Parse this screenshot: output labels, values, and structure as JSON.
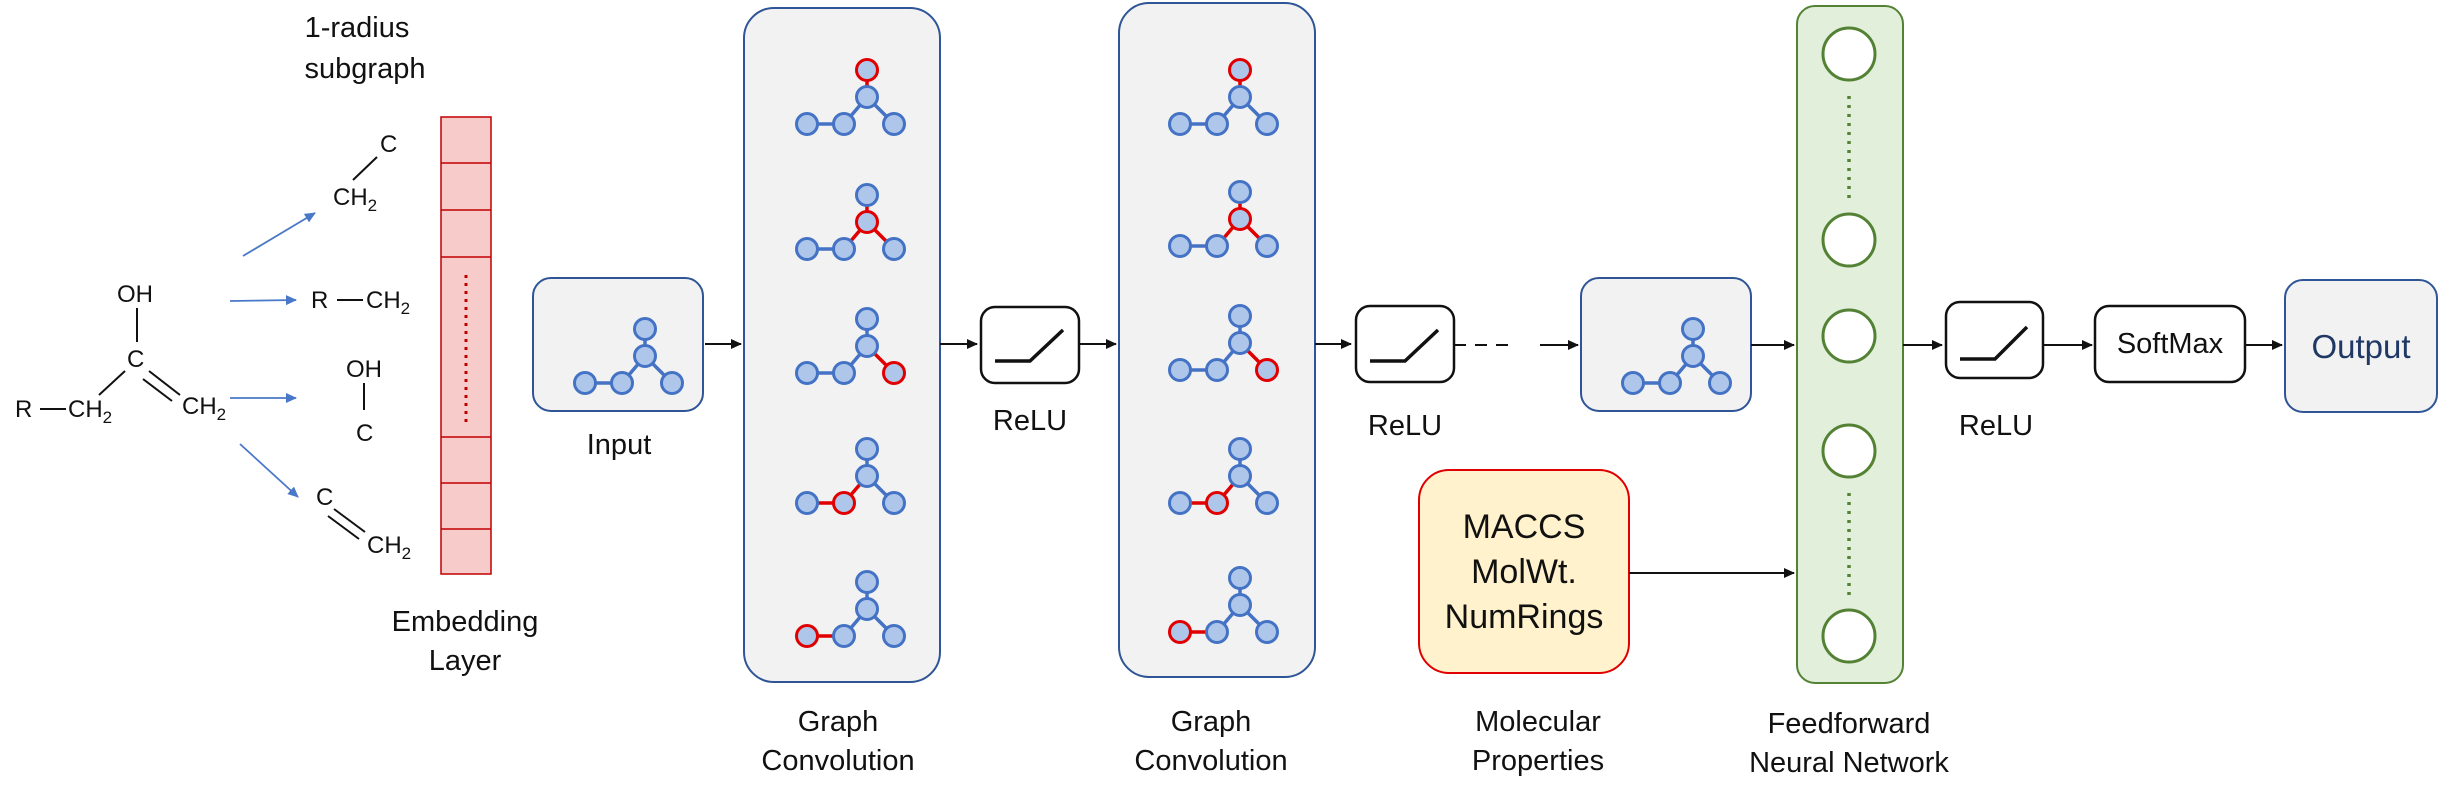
{
  "labels": {
    "subgraph_line1": "1-radius",
    "subgraph_line2": "subgraph",
    "embedding_line1": "Embedding",
    "embedding_line2": "Layer",
    "input": "Input",
    "relu_1": "ReLU",
    "relu_2": "ReLU",
    "relu_3": "ReLU",
    "graph_conv_1_line1": "Graph",
    "graph_conv_1_line2": "Convolution",
    "graph_conv_2_line1": "Graph",
    "graph_conv_2_line2": "Convolution",
    "mol_props_line1": "Molecular",
    "mol_props_line2": "Properties",
    "ffn_line1": "Feedforward",
    "ffn_line2": "Neural Network",
    "softmax": "SoftMax",
    "output": "Output"
  },
  "molecular_properties": [
    "MACCS",
    "MolWt.",
    "NumRings"
  ],
  "chemistry": {
    "oh": "OH",
    "c": "C",
    "r": "R",
    "ch": "CH",
    "subscript_2": "2"
  },
  "colors": {
    "graph_node_stroke": "#4472c4",
    "graph_node_fill": "#aec6ea",
    "highlight": "#e00000",
    "panel_fill": "#f2f2f2",
    "panel_stroke": "#2f5597",
    "embedding_fill": "#f8cbcb",
    "embedding_stroke": "#c00000",
    "ffn_fill": "#e2efda",
    "ffn_stroke": "#548235",
    "mol_props_fill": "#fff2cc",
    "mol_props_stroke": "#e00000",
    "output_text": "#1f3864"
  }
}
